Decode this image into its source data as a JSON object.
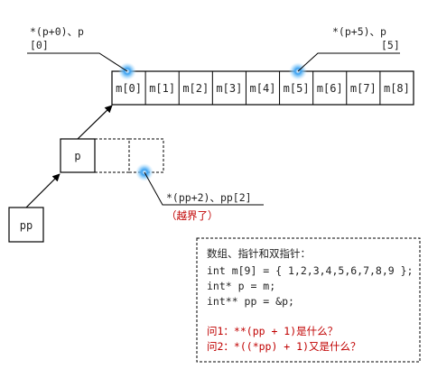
{
  "array_cells": [
    "m[0]",
    "m[1]",
    "m[2]",
    "m[3]",
    "m[4]",
    "m[5]",
    "m[6]",
    "m[7]",
    "m[8]"
  ],
  "p_label": "p",
  "pp_label": "pp",
  "annotations": {
    "left_top_line1": "*(p+0)、p",
    "left_top_line2": "[0]",
    "right_top_line1": "*(p+5)、p",
    "right_top_line2": "[5]",
    "oob_line1": "*(pp+2)、pp[2]",
    "oob_line2": "（越界了）"
  },
  "code_box": {
    "title": "数组、指针和双指针：",
    "lines": [
      "int m[9] = { 1,2,3,4,5,6,7,8,9 };",
      "int* p = m;",
      "int** pp = &p;"
    ],
    "q1": "问1：**(pp + 1)是什么？",
    "q2": "问2：*((*pp) + 1)又是什么？"
  },
  "colors": {
    "highlight_blue": "#3aa0f0",
    "question_red": "#c00000"
  }
}
